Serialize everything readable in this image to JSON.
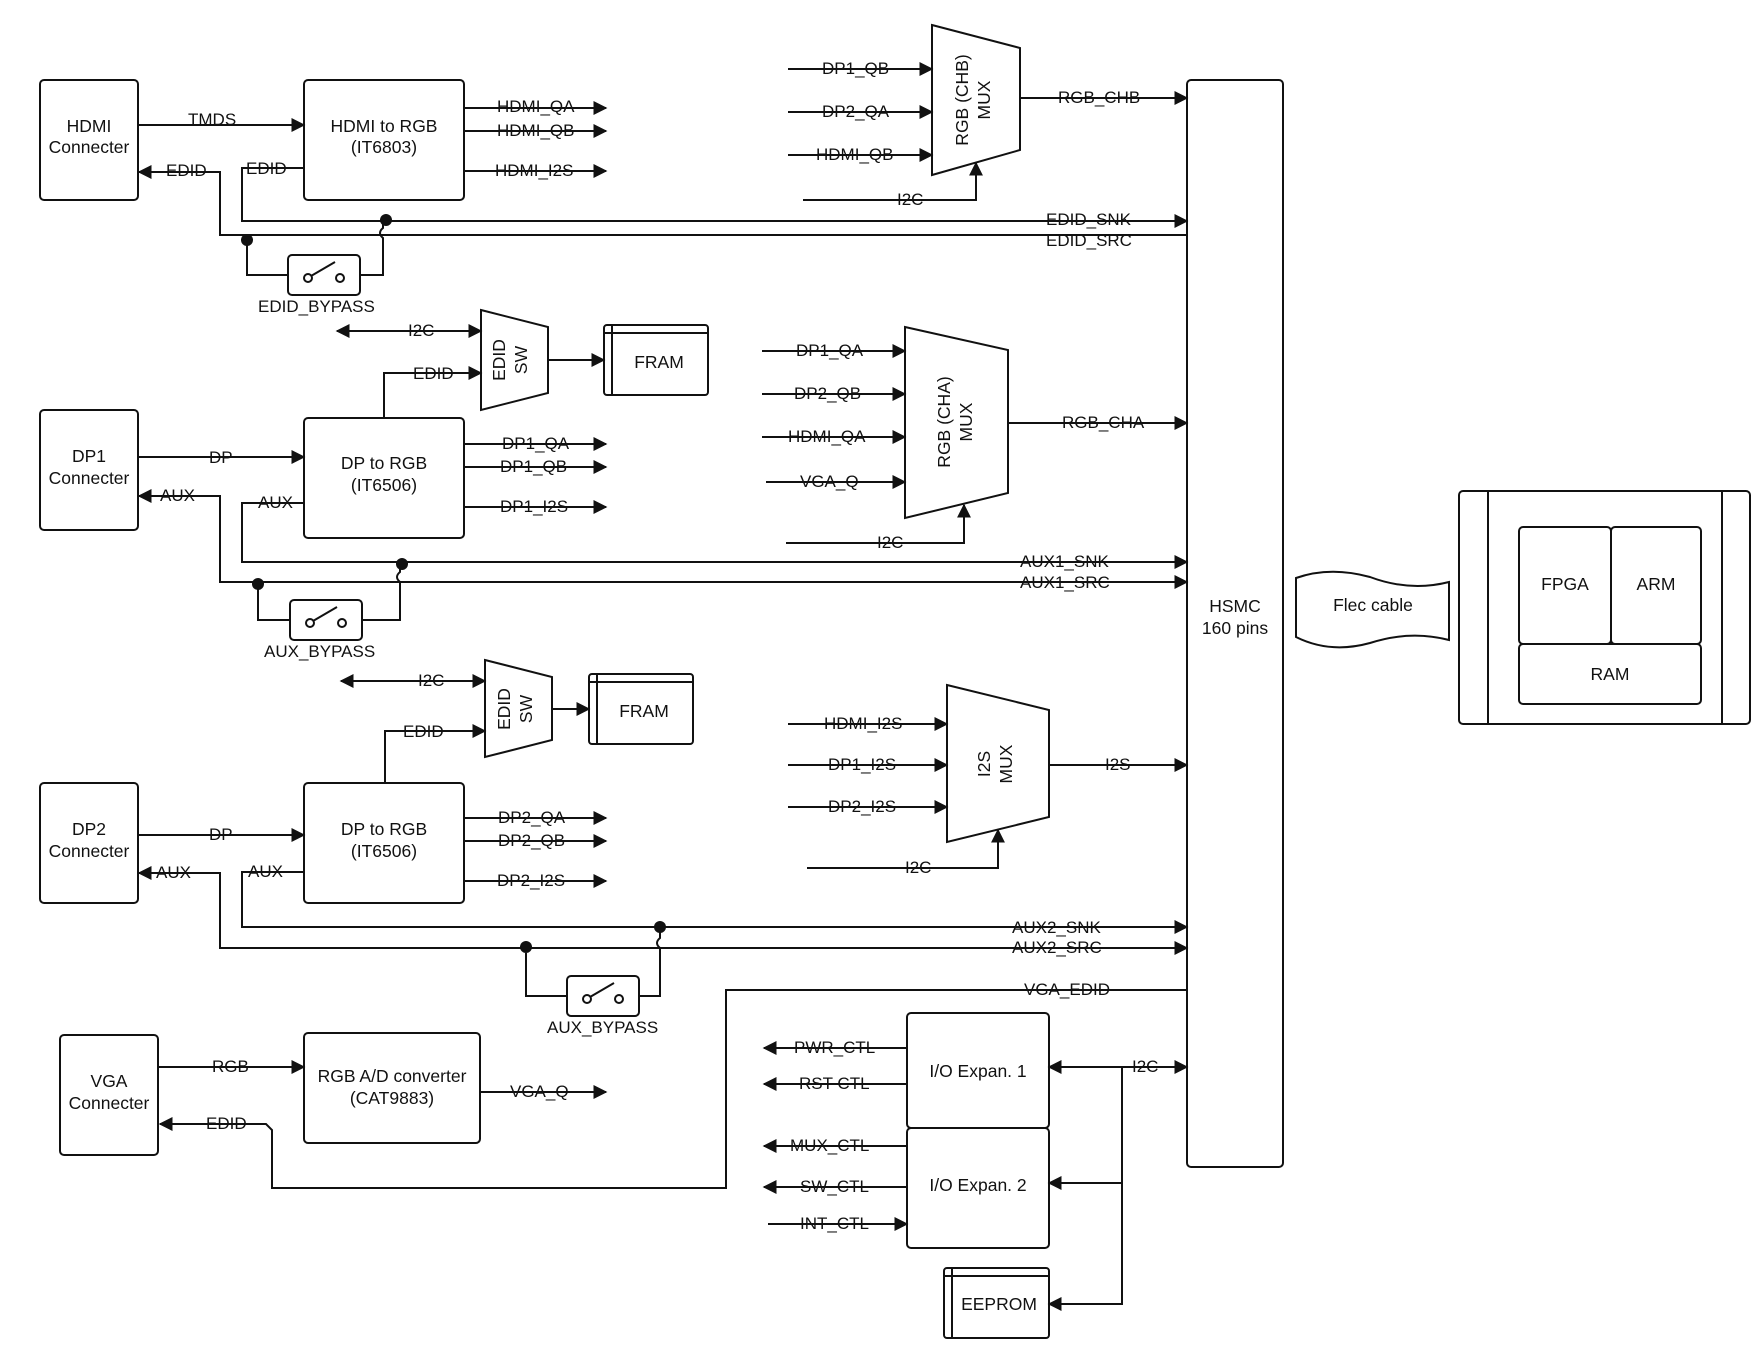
{
  "blocks": {
    "hdmi_conn": [
      "HDMI",
      "Connecter"
    ],
    "hdmi_rgb": [
      "HDMI to RGB",
      "(IT6803)"
    ],
    "dp1_conn": [
      "DP1",
      "Connecter"
    ],
    "dp1_rgb": [
      "DP to RGB",
      "(IT6506)"
    ],
    "dp2_conn": [
      "DP2",
      "Connecter"
    ],
    "dp2_rgb": [
      "DP to RGB",
      "(IT6506)"
    ],
    "vga_conn": [
      "VGA",
      "Connecter"
    ],
    "adc": [
      "RGB A/D converter",
      "(CAT9883)"
    ],
    "edid_sw1": [
      "EDID",
      "SW"
    ],
    "edid_sw2": [
      "EDID",
      "SW"
    ],
    "fram1": "FRAM",
    "fram2": "FRAM",
    "mux_chb": [
      "RGB (CHB)",
      "MUX"
    ],
    "mux_cha": [
      "RGB (CHA)",
      "MUX"
    ],
    "mux_i2s": [
      "I2S",
      "MUX"
    ],
    "hsmc": [
      "HSMC",
      "160 pins"
    ],
    "flex_cable": "Flec cable",
    "fpga": "FPGA",
    "arm": "ARM",
    "ram": "RAM",
    "io1": "I/O Expan. 1",
    "io2": "I/O Expan. 2",
    "eeprom": "EEPROM"
  },
  "signals": {
    "tmds": "TMDS",
    "hdmi_edid_conn": "EDID",
    "hdmi_edid_chip": "EDID",
    "hdmi_qa": "HDMI_QA",
    "hdmi_qb": "HDMI_QB",
    "hdmi_i2s": "HDMI_I2S",
    "edid_snk": "EDID_SNK",
    "edid_src": "EDID_SRC",
    "edid_bypass": "EDID_BYPASS",
    "chb_in1": "DP1_QB",
    "chb_in2": "DP2_QA",
    "chb_in3": "HDMI_QB",
    "chb_i2c": "I2C",
    "rgb_chb": "RGB_CHB",
    "sw1_i2c": "I2C",
    "sw1_edid": "EDID",
    "dp1": "DP",
    "dp1_aux_conn": "AUX",
    "dp1_aux_chip": "AUX",
    "dp1_qa": "DP1_QA",
    "dp1_qb": "DP1_QB",
    "dp1_i2s": "DP1_I2S",
    "cha_in1": "DP1_QA",
    "cha_in2": "DP2_QB",
    "cha_in3": "HDMI_QA",
    "cha_in4": "VGA_Q",
    "cha_i2c": "I2C",
    "rgb_cha": "RGB_CHA",
    "aux1_snk": "AUX1_SNK",
    "aux1_src": "AUX1_SRC",
    "aux_bypass1": "AUX_BYPASS",
    "sw2_i2c": "I2C",
    "sw2_edid": "EDID",
    "i2s_in1": "HDMI_I2S",
    "i2s_in2": "DP1_I2S",
    "i2s_in3": "DP2_I2S",
    "i2s_i2c": "I2C",
    "i2s_out": "I2S",
    "dp2": "DP",
    "dp2_aux_conn": "AUX",
    "dp2_aux_chip": "AUX",
    "dp2_qa": "DP2_QA",
    "dp2_qb": "DP2_QB",
    "dp2_i2s": "DP2_I2S",
    "aux2_snk": "AUX2_SNK",
    "aux2_src": "AUX2_SRC",
    "aux_bypass2": "AUX_BYPASS",
    "vga_edid": "VGA_EDID",
    "vga_rgb": "RGB",
    "vga_edid_conn": "EDID",
    "vga_q": "VGA_Q",
    "pwr_ctl": "PWR_CTL",
    "rst_ctl": "RST CTL",
    "mux_ctl": "MUX_CTL",
    "sw_ctl": "SW_CTL",
    "int_ctl": "INT_CTL",
    "io_i2c": "I2C"
  }
}
